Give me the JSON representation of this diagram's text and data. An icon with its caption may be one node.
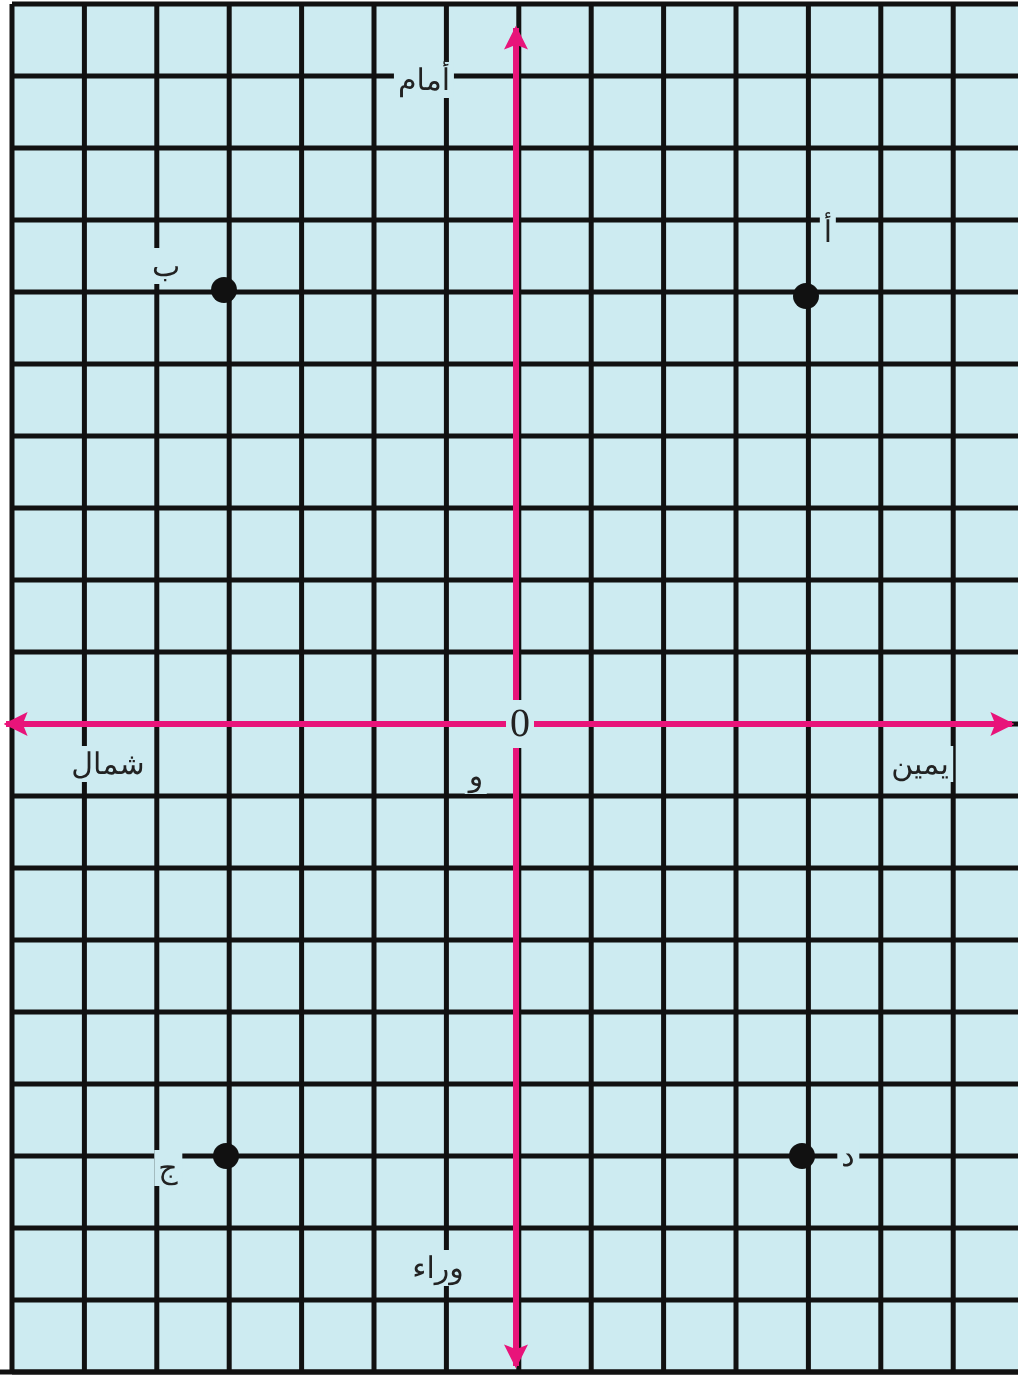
{
  "diagram": {
    "labels": [
      "أمام",
      "ب",
      "أ",
      "0",
      "شمال",
      "و",
      "يمين",
      "ج",
      "د",
      "وراء"
    ]
  }
}
